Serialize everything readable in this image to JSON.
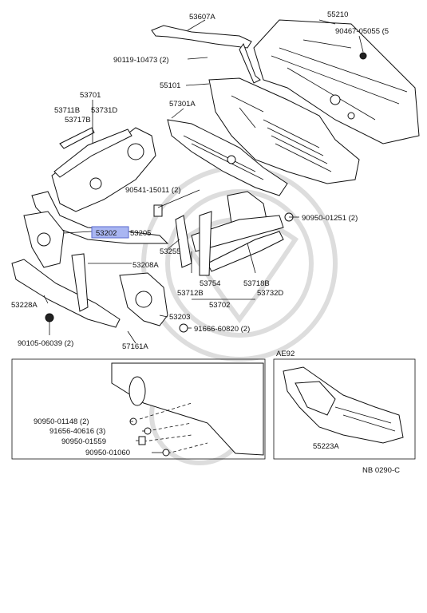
{
  "labels": {
    "p53607A": "53607A",
    "p55210": "55210",
    "p90467": "90467-05055 (5",
    "p90119": "90119-10473 (2)",
    "p55101": "55101",
    "p53701": "53701",
    "p57301A": "57301A",
    "p53711B": "53711B",
    "p53731D": "53731D",
    "p53717B": "53717B",
    "p90541": "90541-15011 (2)",
    "p90950_01251": "90950-01251 (2)",
    "p53202": "53202",
    "p53205": "53205",
    "p53255": "53255",
    "p53208A": "53208A",
    "p53754": "53754",
    "p53718B": "53718B",
    "p53712B": "53712B",
    "p53320": "53732D",
    "p53228A": "53228A",
    "p53702": "53702",
    "p53203": "53203",
    "p91666": "91666-60820 (2)",
    "p90105": "90105-06039 (2)",
    "p57161A": "57161A",
    "p90950_01148": "90950-01148 (2)",
    "p91656": "91656-40616 (3)",
    "p90950_01559": "90950-01559",
    "p90950_01060": "90950-01060",
    "ae92": "AE92",
    "p55223A": "55223A",
    "footer": "NB 0290-C"
  },
  "highlight_color": "#a9b6f2"
}
